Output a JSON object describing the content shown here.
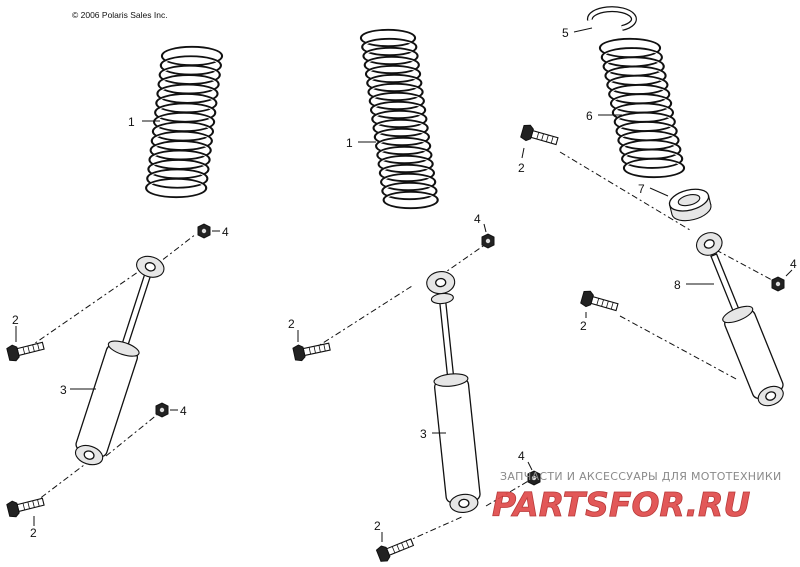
{
  "diagram": {
    "copyright": "© 2006 Polaris Sales Inc.",
    "callouts": {
      "spring_left": "1",
      "spring_mid": "1",
      "bolt_left_top": "2",
      "bolt_left_bottom": "2",
      "bolt_mid_top": "2",
      "bolt_mid_bottom": "2",
      "bolt_right_top": "2",
      "bolt_right_mid": "2",
      "shock_left": "3",
      "shock_mid": "3",
      "nut_left_top": "4",
      "nut_left_bottom": "4",
      "nut_mid_top": "4",
      "nut_mid_bottom": "4",
      "nut_right": "4",
      "retainer_clip": "5",
      "spring_right": "6",
      "spring_seat": "7",
      "shock_right": "8"
    }
  },
  "watermark": {
    "tagline": "ЗАПЧАСТИ И АКСЕССУАРЫ ДЛЯ МОТОТЕХНИКИ",
    "logo": "PARTSFOR.RU",
    "color": "#e04a4a"
  }
}
